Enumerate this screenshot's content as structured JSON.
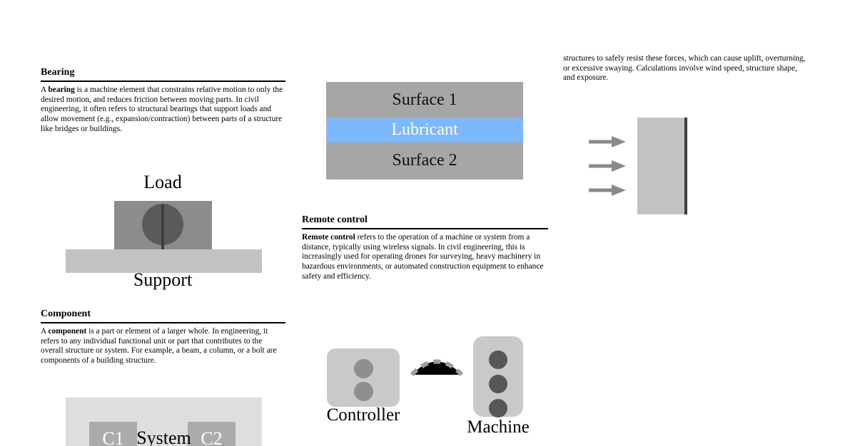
{
  "sections": {
    "bearing": {
      "heading": "Bearing",
      "para": {
        "pre": "A ",
        "bold": "bearing",
        "rest": " is a machine element that constrains relative motion to only the desired motion, and reduces friction between moving parts. In civil engineering, it often refers to structural bearings that support loads and allow movement (e.g., expansion/contraction) between parts of a structure like bridges or buildings."
      },
      "diagram": {
        "load": "Load",
        "support": "Support"
      }
    },
    "component": {
      "heading": "Component",
      "para": {
        "pre": "A ",
        "bold": "component",
        "rest": " is a part or element of a larger whole. In engineering, it refers to any individual functional unit or part that contributes to the overall structure or system. For example, a beam, a column, or a bolt are components of a building structure."
      },
      "diagram": {
        "system": "System",
        "c1": "C1",
        "c2": "C2"
      }
    },
    "lubrication_diagram": {
      "surface1": "Surface 1",
      "lubricant": "Lubricant",
      "surface2": "Surface 2"
    },
    "remote_control": {
      "heading": "Remote control",
      "para": {
        "pre": "",
        "bold": "Remote control",
        "rest": " refers to the operation of a machine or system from a distance, typically using wireless signals. In civil engineering, this is increasingly used for operating drones for surveying, heavy machinery in hazardous environments, or automated construction equipment to enhance safety and efficiency."
      },
      "diagram": {
        "controller": "Controller",
        "machine": "Machine"
      }
    },
    "wind_load": {
      "para": "structures to safely resist these forces, which can cause uplift, overturning, or excessive swaying. Calculations involve wind speed, structure shape, and exposure."
    }
  },
  "colors": {
    "surface_gray": "#a6a6a6",
    "lubricant_blue": "#7cb9fc",
    "load_block_gray": "#8c8c8c",
    "bearing_circle_gray": "#5a5a5a",
    "bearing_pin_dark": "#3d3d3d",
    "support_gray": "#c2c2c2",
    "system_outer_gray": "#dedede",
    "component_box_gray": "#ababab",
    "device_box_gray": "#c9c9c9",
    "controller_button_gray": "#8f8f8f",
    "machine_dot_gray": "#575757",
    "signal_fill": "#000000",
    "signal_dash_gray": "#9e9e9e",
    "wind_arrow_gray": "#8a8a8a",
    "building_gray": "#c2c2c2",
    "building_edge_dark": "#3f3f3f"
  }
}
